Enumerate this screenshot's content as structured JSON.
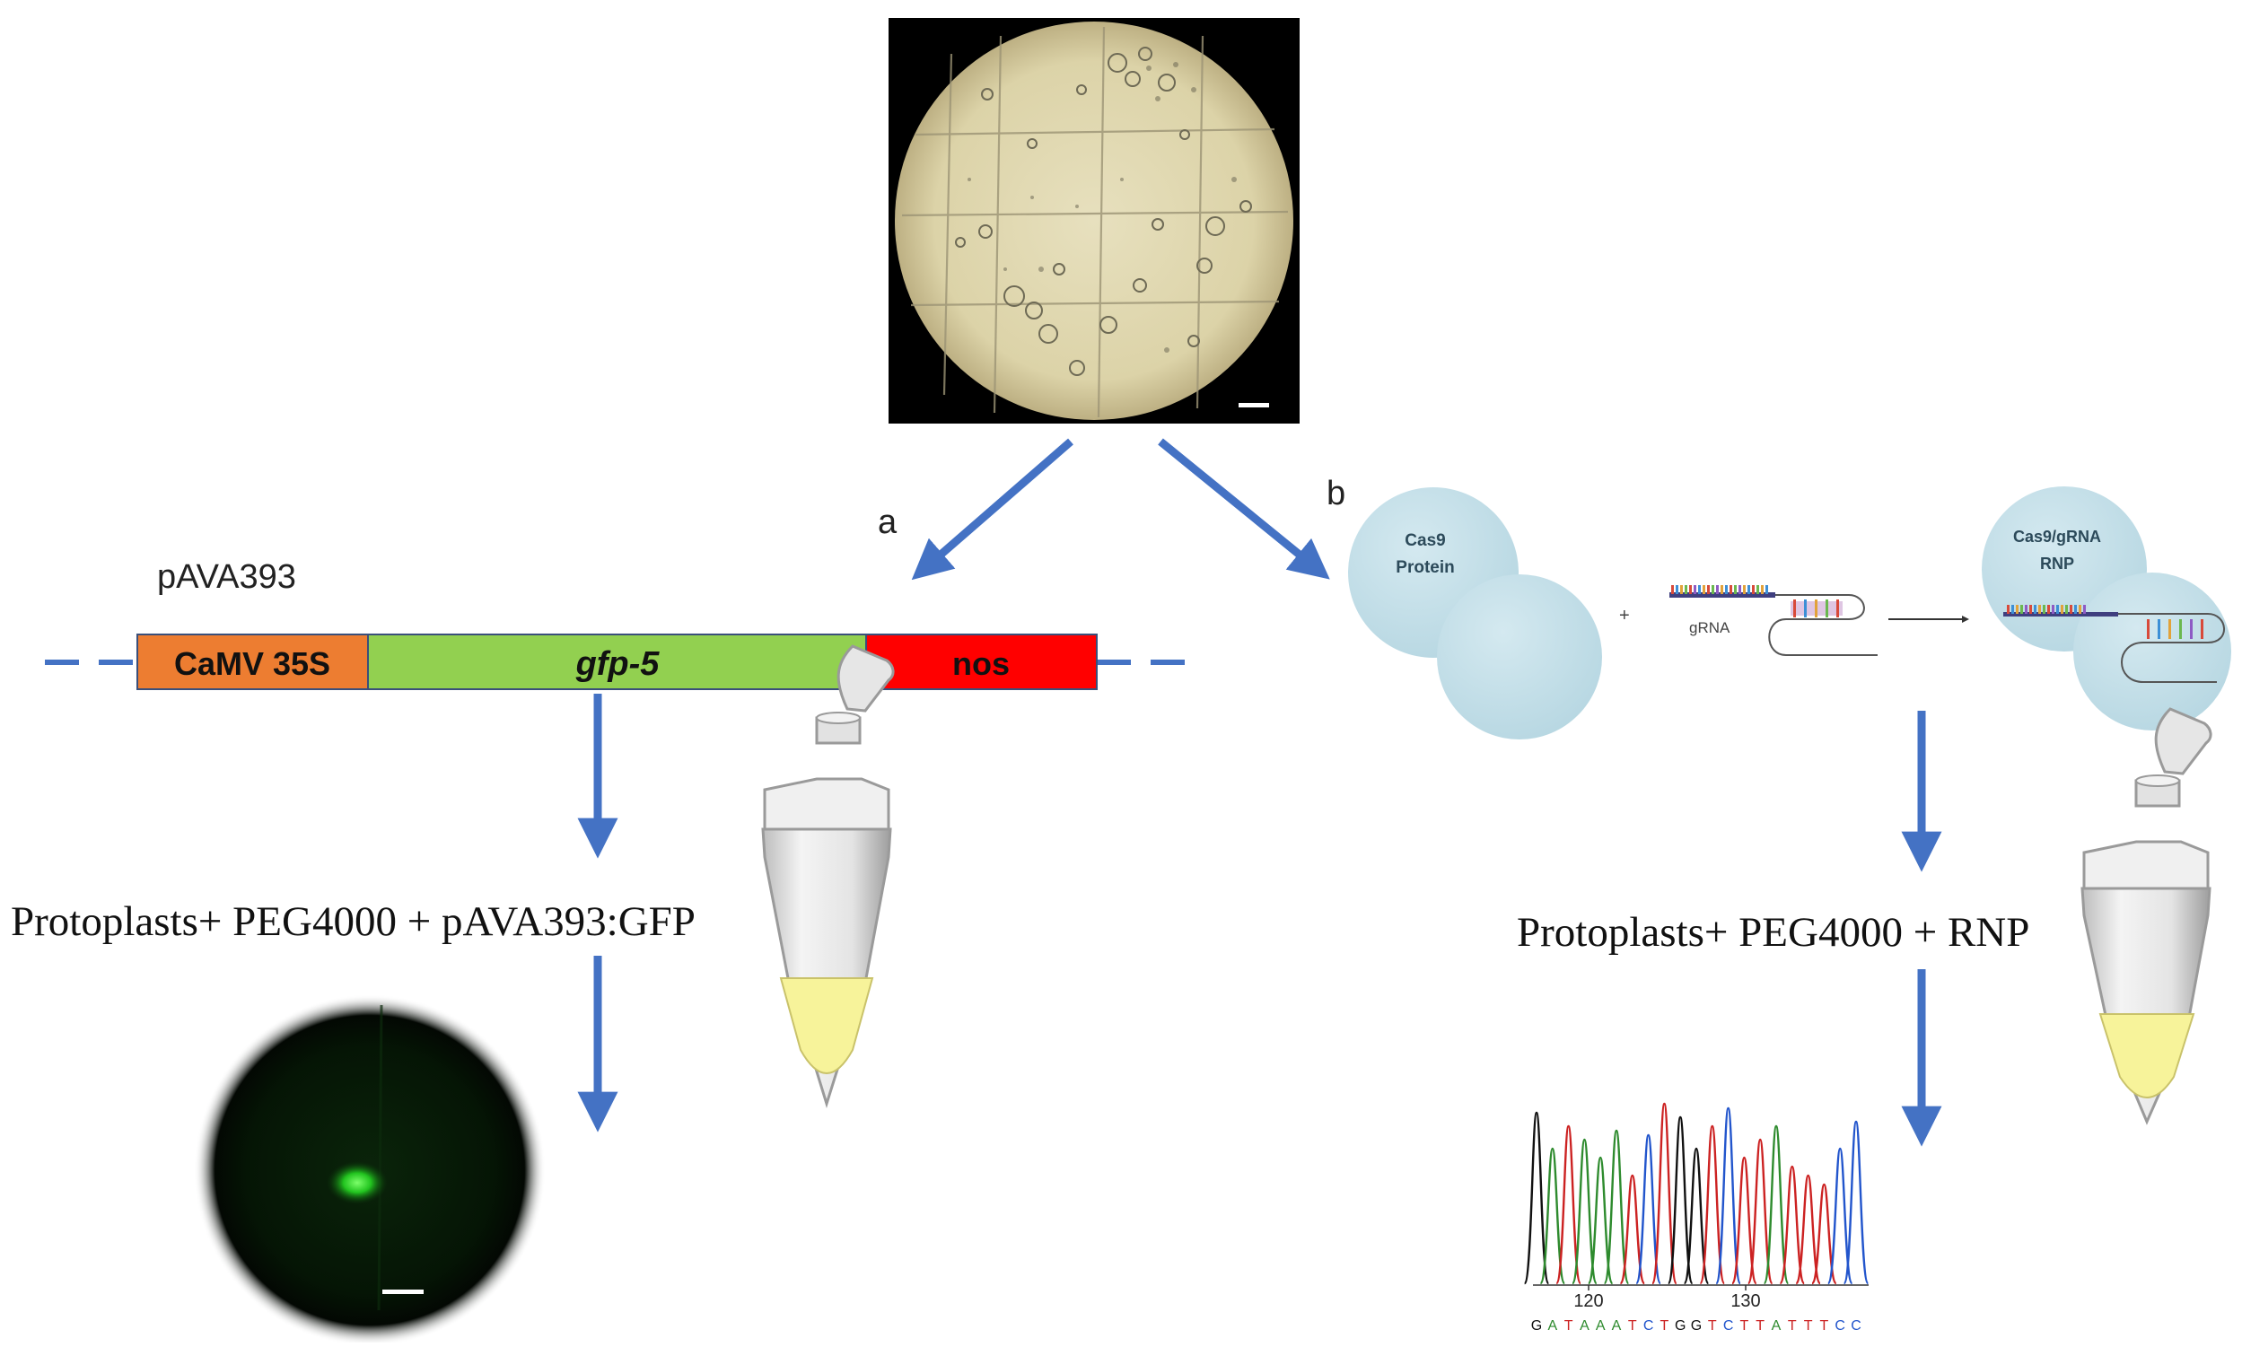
{
  "panel_labels": {
    "a": "a",
    "b": "b"
  },
  "construct": {
    "name": "pAVA393",
    "segments": [
      {
        "label": "CaMV 35S",
        "color": "#ED7D31"
      },
      {
        "label": "gfp-5",
        "color": "#92D050"
      },
      {
        "label": "nos",
        "color": "#FF0000"
      }
    ]
  },
  "rnp_scheme": {
    "cas9_label_line1": "Cas9",
    "cas9_label_line2": "Protein",
    "plus": "+",
    "grna_label": "gRNA",
    "complex_label_line1": "Cas9/gRNA",
    "complex_label_line2": "RNP"
  },
  "left_mix": "Protoplasts+ PEG4000 + pAVA393:GFP",
  "right_mix": "Protoplasts+ PEG4000 + RNP",
  "chromatogram": {
    "tick_labels": [
      "120",
      "130"
    ],
    "sequence": [
      "G",
      "A",
      "T",
      "A",
      "A",
      "A",
      "T",
      "C",
      "T",
      "G",
      "G",
      "T",
      "C",
      "T",
      "T",
      "A",
      "T",
      "T",
      "T",
      "C",
      "C"
    ]
  },
  "colors": {
    "arrow": "#4472C4",
    "rnp_blob": "#C7E1EA",
    "tube_liquid": "#F7F39A",
    "base_A": "#2E8B2E",
    "base_C": "#2255CC",
    "base_G": "#111111",
    "base_T": "#CC2222"
  }
}
